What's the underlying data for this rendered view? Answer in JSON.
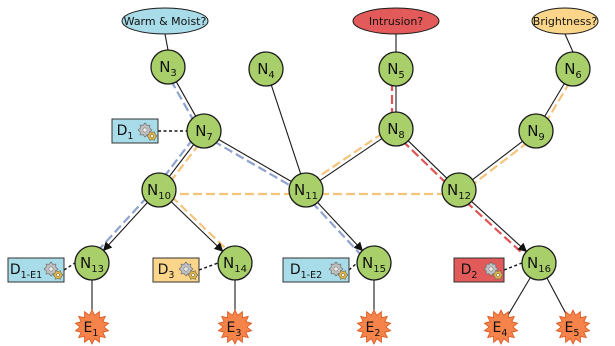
{
  "colors": {
    "node": "#a8cf6a",
    "edge": "#1a1a1a",
    "path_blue": "#8fa3cf",
    "path_orange": "#f5c37a",
    "path_red": "#dd5555",
    "event": "#f5834a",
    "event_stroke": "#d9541a"
  },
  "queries": [
    {
      "id": "q1",
      "text": "Warm & Moist?",
      "color": "#a8dce8"
    },
    {
      "id": "q2",
      "text": "Intrusion?",
      "color": "#e25a5a"
    },
    {
      "id": "q3",
      "text": "Brightness?",
      "color": "#fbd68a"
    }
  ],
  "nodes": [
    {
      "id": "N3",
      "main": "N",
      "sub": "3"
    },
    {
      "id": "N4",
      "main": "N",
      "sub": "4"
    },
    {
      "id": "N5",
      "main": "N",
      "sub": "5"
    },
    {
      "id": "N6",
      "main": "N",
      "sub": "6"
    },
    {
      "id": "N7",
      "main": "N",
      "sub": "7"
    },
    {
      "id": "N8",
      "main": "N",
      "sub": "8"
    },
    {
      "id": "N9",
      "main": "N",
      "sub": "9"
    },
    {
      "id": "N10",
      "main": "N",
      "sub": "10"
    },
    {
      "id": "N11",
      "main": "N",
      "sub": "11"
    },
    {
      "id": "N12",
      "main": "N",
      "sub": "12"
    },
    {
      "id": "N13",
      "main": "N",
      "sub": "13"
    },
    {
      "id": "N14",
      "main": "N",
      "sub": "14"
    },
    {
      "id": "N15",
      "main": "N",
      "sub": "15"
    },
    {
      "id": "N16",
      "main": "N",
      "sub": "16"
    }
  ],
  "devices": [
    {
      "id": "D1",
      "main": "D",
      "sub": "1",
      "color": "#a8dce8",
      "gear": "gear-icon"
    },
    {
      "id": "D1-E1",
      "main": "D",
      "sub": "1-E1",
      "color": "#a8dce8",
      "gear": "gear-icon"
    },
    {
      "id": "D3",
      "main": "D",
      "sub": "3",
      "color": "#fbd68a",
      "gear": "gear-icon"
    },
    {
      "id": "D1-E2",
      "main": "D",
      "sub": "1-E2",
      "color": "#a8dce8",
      "gear": "gear-icon"
    },
    {
      "id": "D2",
      "main": "D",
      "sub": "2",
      "color": "#e25a5a",
      "gear": "gear-icon"
    }
  ],
  "events": [
    {
      "id": "E1",
      "main": "E",
      "sub": "1"
    },
    {
      "id": "E3",
      "main": "E",
      "sub": "3"
    },
    {
      "id": "E2",
      "main": "E",
      "sub": "2"
    },
    {
      "id": "E4",
      "main": "E",
      "sub": "4"
    },
    {
      "id": "E5",
      "main": "E",
      "sub": "5"
    }
  ]
}
